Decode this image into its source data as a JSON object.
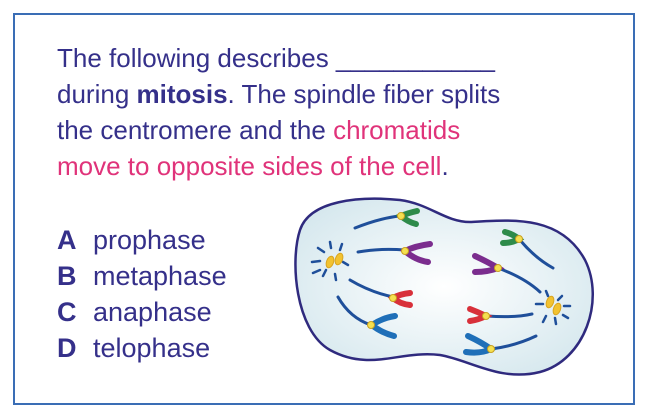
{
  "question": {
    "line1": "The following describes ___________",
    "line2_pre": "during ",
    "line2_bold": "mitosis",
    "line2_post": ".  The spindle fiber splits",
    "line3_pre": "the centromere and the ",
    "line3_pink": "chromatids",
    "line4_pink": "move to opposite sides of the cell",
    "line4_post": "."
  },
  "options": [
    {
      "letter": "A",
      "label": "prophase"
    },
    {
      "letter": "B",
      "label": "metaphase"
    },
    {
      "letter": "C",
      "label": "anaphase"
    },
    {
      "letter": "D",
      "label": "telophase"
    }
  ],
  "colors": {
    "text": "#35308a",
    "highlight": "#e0337a",
    "border": "#3a6db5",
    "green": "#2e8b4a",
    "purple": "#7b2d8e",
    "red": "#d8303a",
    "blue": "#1f6fb8",
    "yellow": "#f2c230"
  }
}
